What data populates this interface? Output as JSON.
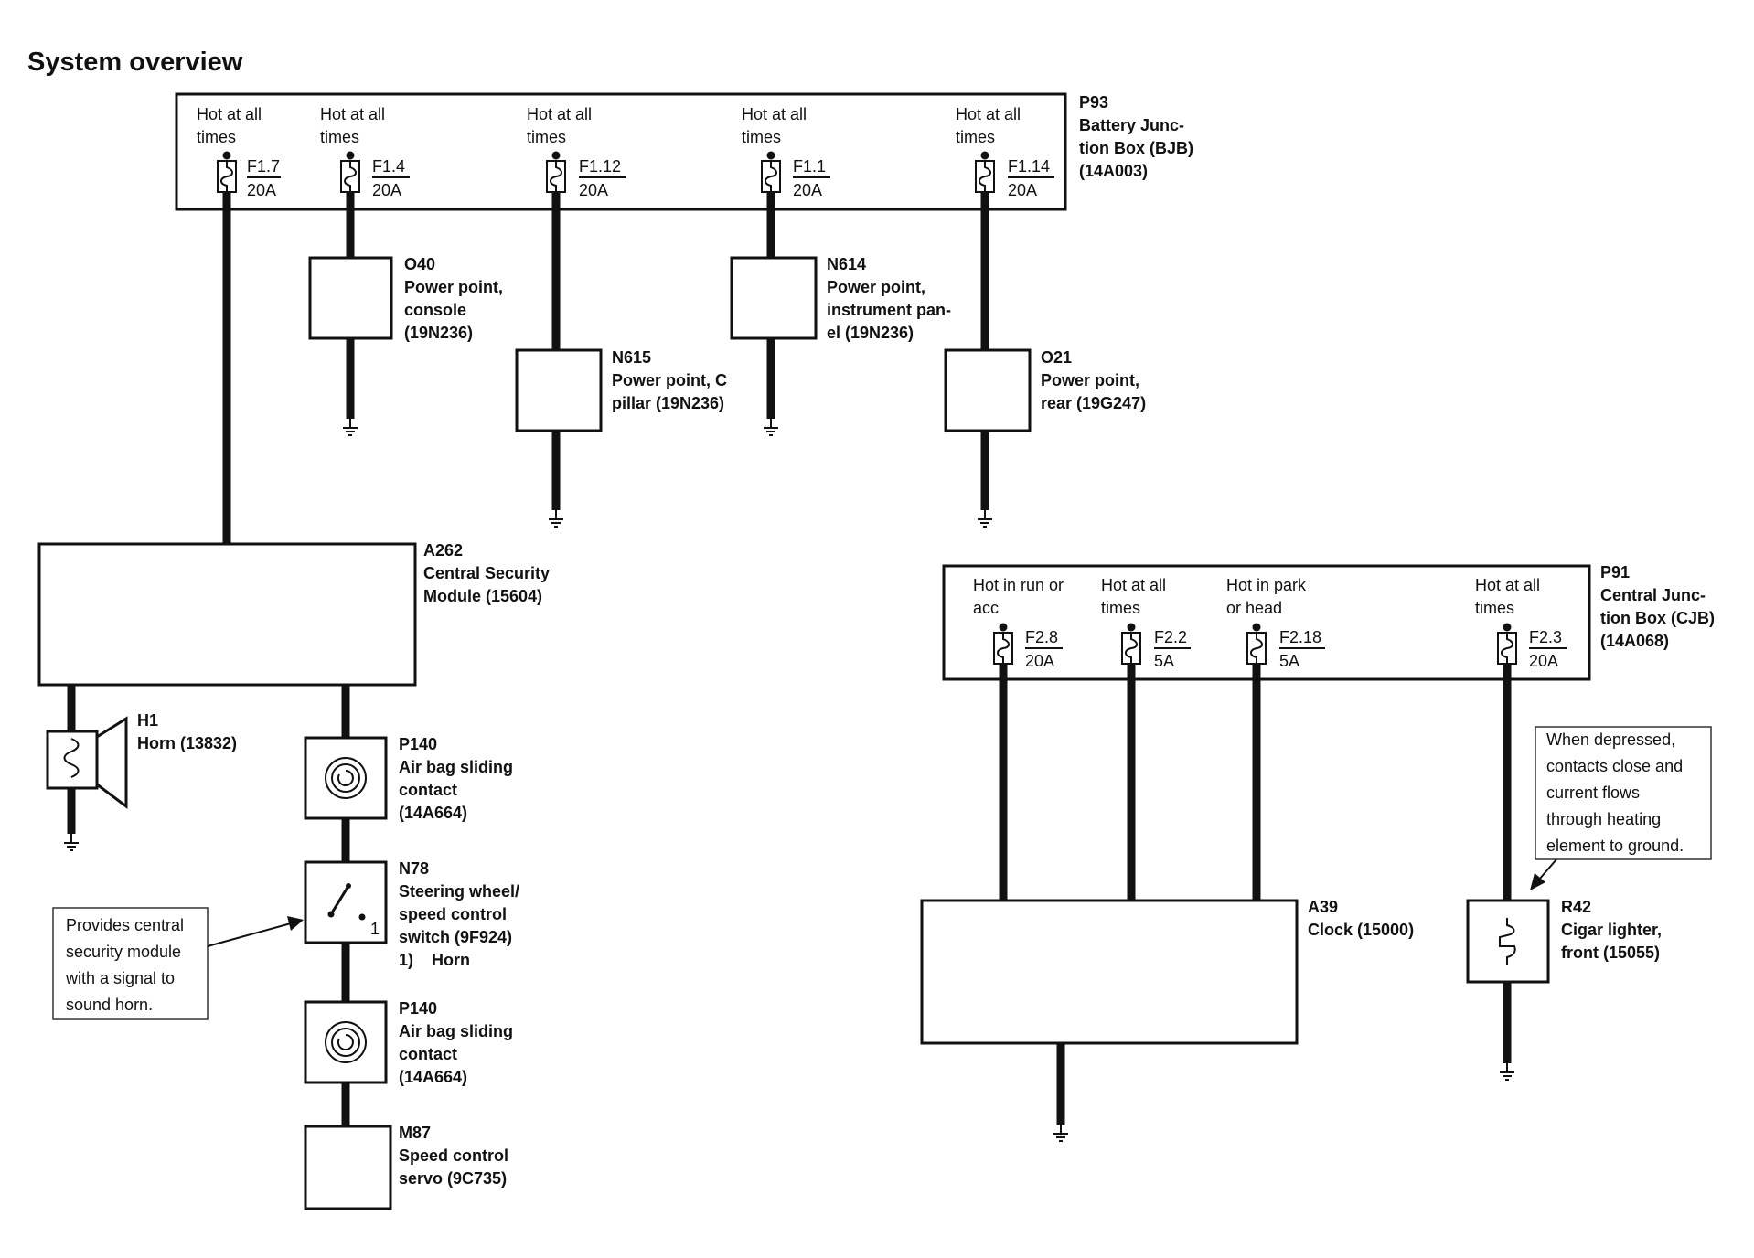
{
  "title": "System overview",
  "bjb": {
    "name": "P93",
    "lines": [
      "Battery Junc-",
      "tion Box (BJB)",
      "(14A003)"
    ],
    "fuses": [
      {
        "hot": [
          "Hot at all",
          "times"
        ],
        "id": "F1.7",
        "rating": "20A"
      },
      {
        "hot": [
          "Hot at all",
          "times"
        ],
        "id": "F1.4",
        "rating": "20A"
      },
      {
        "hot": [
          "Hot at all",
          "times"
        ],
        "id": "F1.12",
        "rating": "20A"
      },
      {
        "hot": [
          "Hot at all",
          "times"
        ],
        "id": "F1.1",
        "rating": "20A"
      },
      {
        "hot": [
          "Hot at all",
          "times"
        ],
        "id": "F1.14",
        "rating": "20A"
      }
    ]
  },
  "cjb": {
    "name": "P91",
    "lines": [
      "Central Junc-",
      "tion Box (CJB)",
      "(14A068)"
    ],
    "fuses": [
      {
        "hot": [
          "Hot in run or",
          "acc"
        ],
        "id": "F2.8",
        "rating": "20A"
      },
      {
        "hot": [
          "Hot at all",
          "times"
        ],
        "id": "F2.2",
        "rating": "5A"
      },
      {
        "hot": [
          "Hot in park",
          "or head"
        ],
        "id": "F2.18",
        "rating": "5A"
      },
      {
        "hot": [
          "Hot at all",
          "times"
        ],
        "id": "F2.3",
        "rating": "20A"
      }
    ]
  },
  "components": {
    "o40": {
      "id": "O40",
      "lines": [
        "Power point,",
        "console",
        "(19N236)"
      ]
    },
    "n615": {
      "id": "N615",
      "lines": [
        "Power point, C",
        "pillar (19N236)"
      ]
    },
    "n614": {
      "id": "N614",
      "lines": [
        "Power point,",
        "instrument pan-",
        "el (19N236)"
      ]
    },
    "o21": {
      "id": "O21",
      "lines": [
        "Power point,",
        "rear (19G247)"
      ]
    },
    "a262": {
      "id": "A262",
      "lines": [
        "Central Security",
        "Module (15604)"
      ]
    },
    "h1": {
      "id": "H1",
      "lines": [
        "Horn (13832)"
      ]
    },
    "p140a": {
      "id": "P140",
      "lines": [
        "Air bag sliding",
        "contact",
        "(14A664)"
      ]
    },
    "n78": {
      "id": "N78",
      "lines": [
        "Steering wheel/",
        "speed control",
        "switch (9F924)"
      ],
      "note": "1)    Horn",
      "pin": "1"
    },
    "p140b": {
      "id": "P140",
      "lines": [
        "Air bag sliding",
        "contact",
        "(14A664)"
      ]
    },
    "m87": {
      "id": "M87",
      "lines": [
        "Speed control",
        "servo (9C735)"
      ]
    },
    "a39": {
      "id": "A39",
      "lines": [
        "Clock (15000)"
      ]
    },
    "r42": {
      "id": "R42",
      "lines": [
        "Cigar lighter,",
        "front (15055)"
      ]
    }
  },
  "callouts": {
    "horn_signal": [
      "Provides central",
      "security module",
      "with a signal to",
      "sound horn."
    ],
    "lighter": [
      "When depressed,",
      "contacts close and",
      "current flows",
      "through heating",
      "element to ground."
    ]
  }
}
